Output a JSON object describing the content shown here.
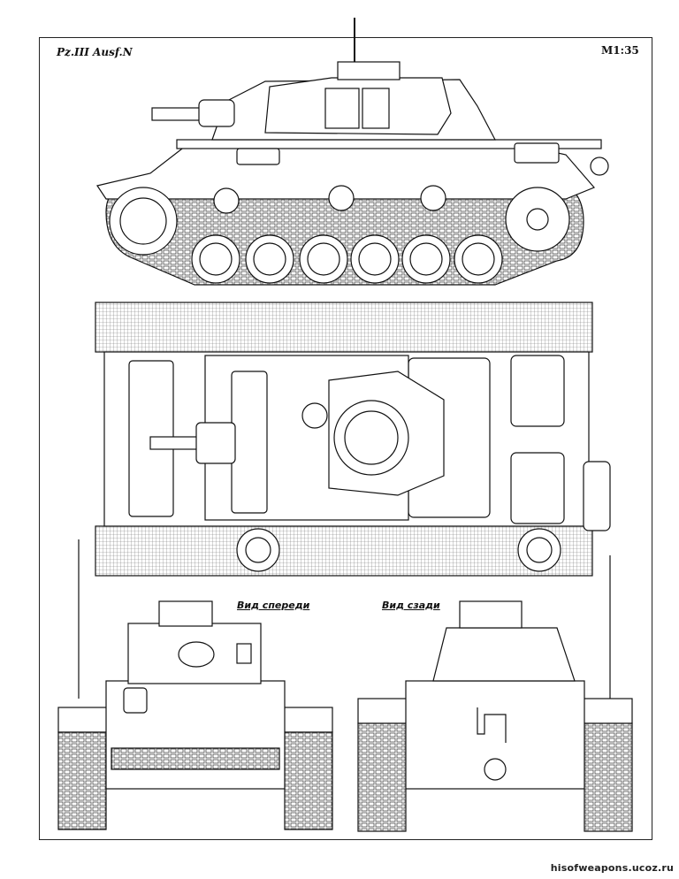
{
  "drawing": {
    "title": "Pz.III Ausf.N",
    "scale": "M1:35",
    "front_caption": "Вид спереди",
    "rear_caption": "Вид сзади",
    "watermark": "hisofweapons.ucoz.ru"
  }
}
